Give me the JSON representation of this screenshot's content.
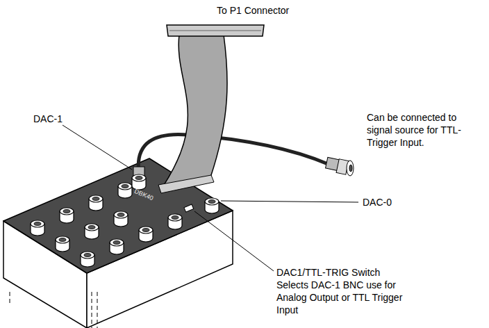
{
  "diagram": {
    "labels": [
      "To P1 Connector",
      "DAC-1",
      "Can be connected to signal source for TTL-Trigger Input.",
      "DAC-0",
      "DAC1/TTL-TRIG Switch",
      "Selects DAC-1 BNC use for Analog Output or TTL Trigger Input",
      "DBK40"
    ]
  }
}
